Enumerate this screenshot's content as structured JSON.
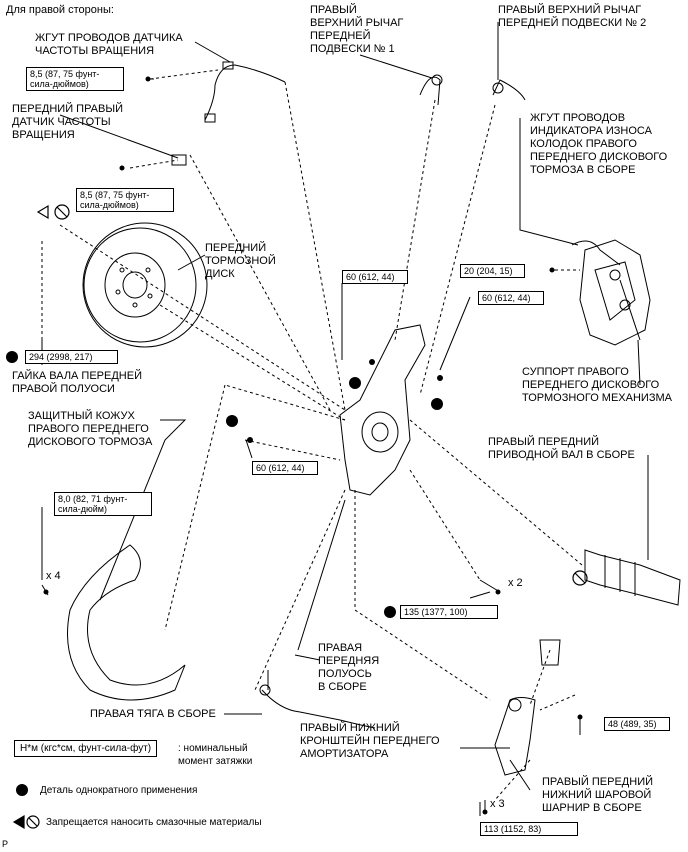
{
  "header": {
    "side_label": "Для правой стороны:"
  },
  "labels": {
    "sensor_harness": "ЖГУТ ПРОВОДОВ ДАТЧИКА\nЧАСТОТЫ ВРАЩЕНИЯ",
    "speed_sensor": "ПЕРЕДНИЙ ПРАВЫЙ\nДАТЧИК ЧАСТОТЫ\nВРАЩЕНИЯ",
    "upper_arm_1": "ПРАВЫЙ\nВЕРХНИЙ РЫЧАГ\nПЕРЕДНЕЙ\nПОДВЕСКИ № 1",
    "upper_arm_2": "ПРАВЫЙ ВЕРХНИЙ РЫЧАГ\nПЕРЕДНЕЙ ПОДВЕСКИ № 2",
    "wear_harness": "ЖГУТ ПРОВОДОВ\nИНДИКАТОРА ИЗНОСА\nКОЛОДОК ПРАВОГО\nПЕРЕДНЕГО ДИСКОВОГО\nТОРМОЗА В СБОРЕ",
    "brake_disc": "ПЕРЕДНИЙ\nТОРМОЗНОЙ\nДИСК",
    "hub_nut": "ГАЙКА ВАЛА ПЕРЕДНЕЙ\nПРАВОЙ ПОЛУОСИ",
    "caliper": "СУППОРТ ПРАВОГО\nПЕРЕДНЕГО ДИСКОВОГО\nТОРМОЗНОГО МЕХАНИЗМА",
    "dust_cover": "ЗАЩИТНЫЙ КОЖУХ\nПРАВОГО ПЕРЕДНЕГО\nДИСКОВОГО ТОРМОЗА",
    "drive_shaft": "ПРАВЫЙ ПЕРЕДНИЙ\nПРИВОДНОЙ ВАЛ В СБОРЕ",
    "half_axle": "ПРАВАЯ\nПЕРЕДНЯЯ\nПОЛУОСЬ\nВ СБОРЕ",
    "tie_rod": "ПРАВАЯ ТЯГА В СБОРЕ",
    "lower_bracket": "ПРАВЫЙ НИЖНИЙ\nКРОНШТЕЙН ПЕРЕДНЕГО\nАМОРТИЗАТОРА",
    "lower_ball_joint": "ПРАВЫЙ ПЕРЕДНИЙ\nНИЖНИЙ ШАРОВОЙ\nШАРНИР В СБОРЕ",
    "x4": "x 4",
    "x2": "x 2",
    "x3": "x 3"
  },
  "torques": {
    "t1": "8,5 (87, 75 фунт-\nсила-дюймов)",
    "t2": "8,5 (87, 75 фунт-\nсила-дюймов)",
    "t3": "294 (2998, 217)",
    "t4": "60 (612, 44)",
    "t5": "20 (204, 15)",
    "t6": "60 (612, 44)",
    "t7": "60 (612, 44)",
    "t8": "8,0 (82, 71 фунт-\nсила-дюйм)",
    "t9": "135 (1377, 100)",
    "t10": "48 (489, 35)",
    "t11": "113 (1152, 83)"
  },
  "legend": {
    "key": "Н*м (кгс*см, фунт-сила-фут)",
    "key_desc": ": номинальный\nмомент затяжки",
    "single_use": "Деталь однократного применения",
    "no_grease": "Запрещается наносить смазочные материалы"
  },
  "footer": {
    "page_mark": "P"
  }
}
